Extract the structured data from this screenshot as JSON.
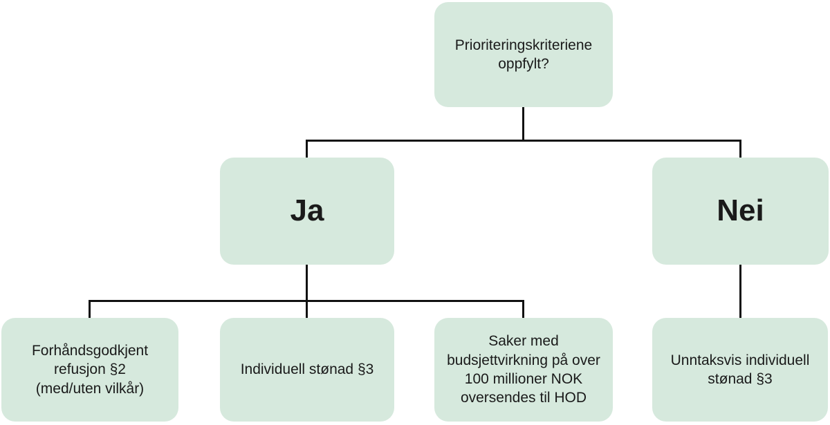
{
  "diagram": {
    "type": "flowchart-decision-tree",
    "root": {
      "label": "Prioriteringskriteriene\noppfylt?"
    },
    "branches": [
      {
        "label": "Ja",
        "children": [
          {
            "label": "Forhåndsgodkjent\nrefusjon §2\n(med/uten vilkår)"
          },
          {
            "label": "Individuell stønad §3"
          },
          {
            "label": "Saker med\nbudsjettvirkning på over\n100 millioner NOK\noversendes til HOD"
          }
        ]
      },
      {
        "label": "Nei",
        "children": [
          {
            "label": "Unntaksvis individuell\nstønad §3"
          }
        ]
      }
    ],
    "style": {
      "node_fill": "#d6e9dd",
      "connector_color": "#111111",
      "text_color": "#1a1a1a",
      "background": "#ffffff"
    }
  }
}
